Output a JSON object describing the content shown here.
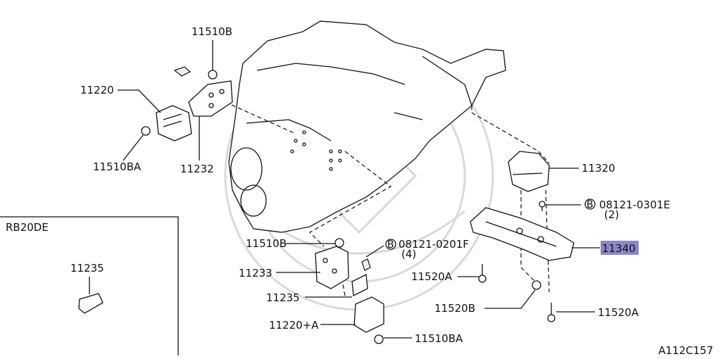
{
  "labels": {
    "p11510b_top": "11510B",
    "p11220": "11220",
    "p11510ba_left": "11510BA",
    "p11232": "11232",
    "p11320": "11320",
    "p08121_0301e": "08121-0301E",
    "p08121_0301e_qty": "(2)",
    "p11340": "11340",
    "p11510b_mid": "11510B",
    "p08121_0201f": "08121-0201F",
    "p08121_0201f_qty": "(4)",
    "p11233": "11233",
    "p11520a_left": "11520A",
    "p11235": "11235",
    "p11520b": "11520B",
    "p11520a_right": "11520A",
    "p11220a": "11220+A",
    "p11510ba_bottom": "11510BA",
    "bolt_marker": "B"
  },
  "inset": {
    "title": "RB20DE",
    "part": "11235"
  },
  "diagram_code": "A112C157",
  "colors": {
    "highlight": "#8a86c8",
    "line": "#111111"
  }
}
